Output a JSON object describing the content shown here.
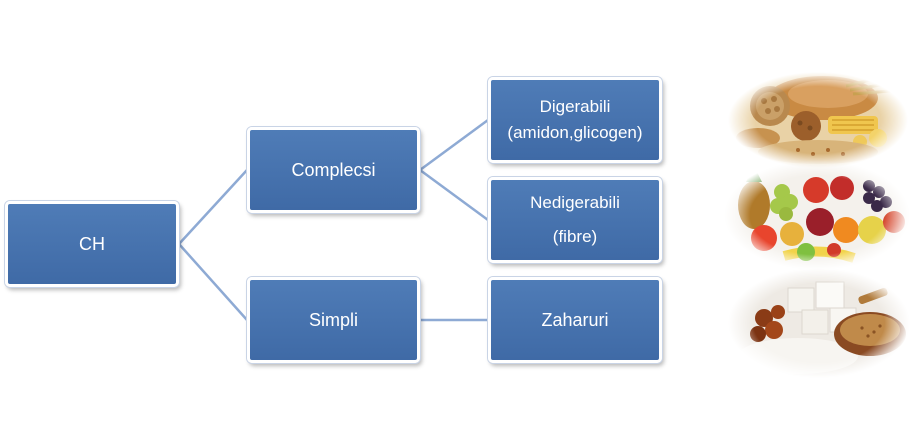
{
  "diagram": {
    "root": {
      "label": "CH"
    },
    "branches": [
      {
        "label": "Complecsi",
        "children": [
          {
            "line1": "Digerabili",
            "line2": "(amidon,glicogen)"
          },
          {
            "line1": "Nedigerabili",
            "line2": "(fibre)"
          }
        ]
      },
      {
        "label": "Simpli",
        "children": [
          {
            "line1": "Zaharuri"
          }
        ]
      }
    ]
  },
  "photos": [
    {
      "subject": "bread-grains-pasta"
    },
    {
      "subject": "fruits"
    },
    {
      "subject": "sugar"
    }
  ],
  "colors": {
    "node_fill": "#4472b0",
    "node_border": "#ffffff",
    "connector": "#8eaad4"
  }
}
